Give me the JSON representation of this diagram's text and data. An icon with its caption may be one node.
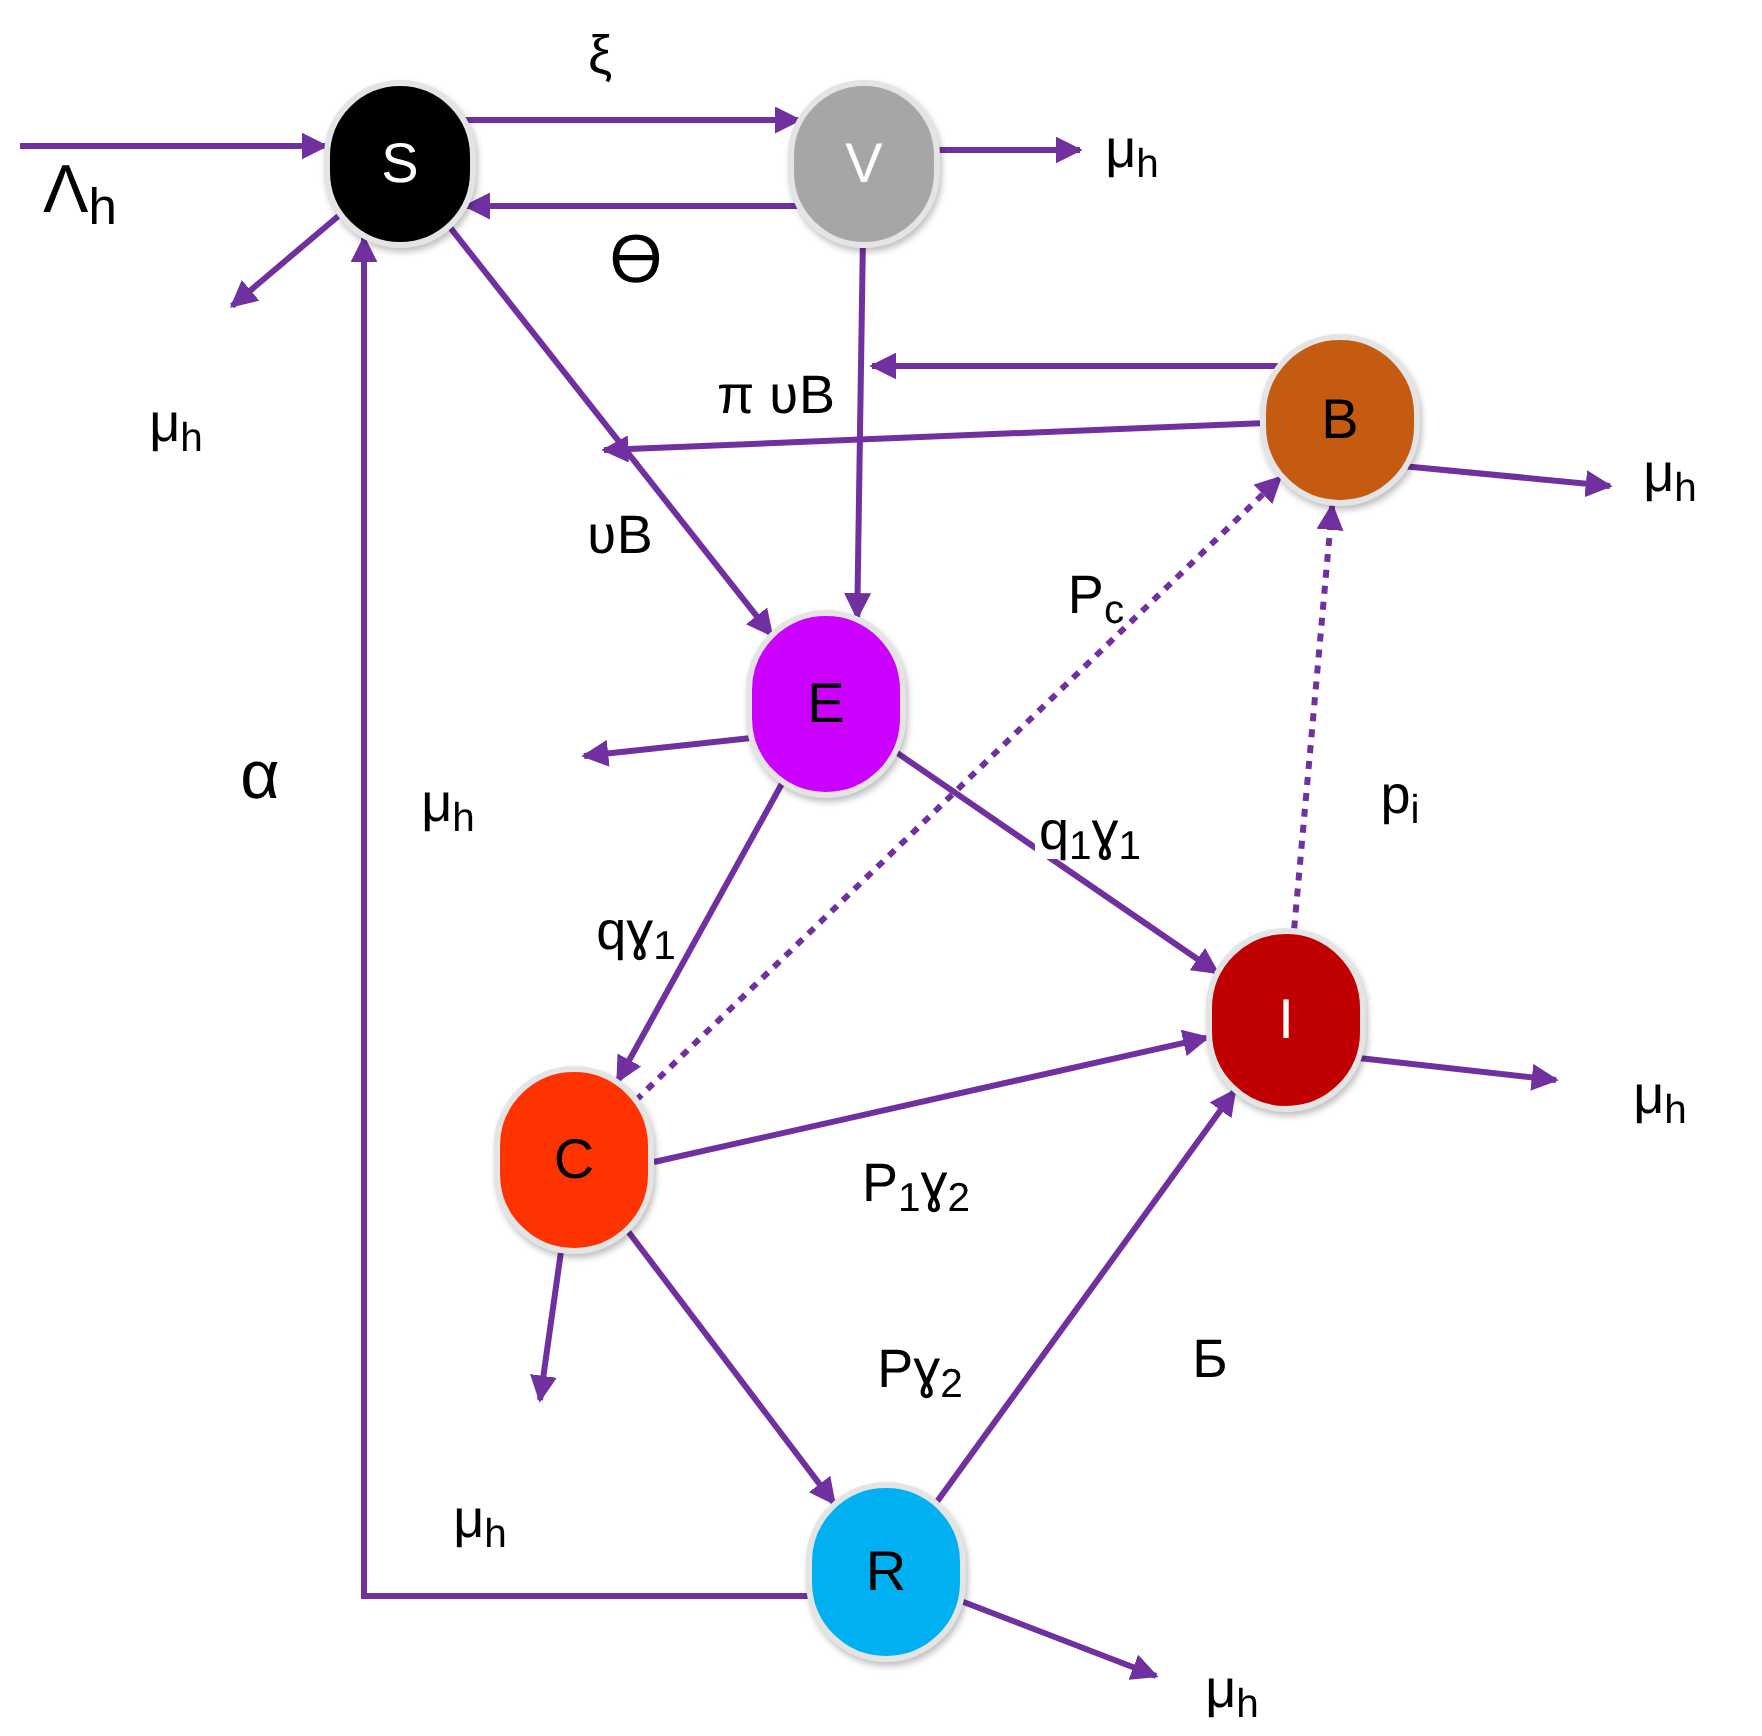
{
  "diagram": {
    "nodes": [
      {
        "text": [
          "S"
        ]
      },
      {
        "text": [
          "V"
        ]
      },
      {
        "text": [
          "B"
        ]
      },
      {
        "text": [
          "E"
        ]
      },
      {
        "text": [
          "C"
        ]
      },
      {
        "text": [
          "I"
        ]
      },
      {
        "text": [
          "R"
        ]
      }
    ],
    "edges": [
      {
        "from": null,
        "to": 0,
        "arrow": "to",
        "label": "Λ$_{h}$"
      },
      {
        "from": 0,
        "to": 1,
        "arrow": "to",
        "label": "ξ"
      },
      {
        "from": 1,
        "to": 0,
        "arrow": "to",
        "label": "ϴ"
      },
      {
        "from": 0,
        "to": null,
        "arrow": "to",
        "label": "μ$_{h}$"
      },
      {
        "from": 1,
        "to": null,
        "arrow": "to",
        "label": "μ$_{h}$"
      },
      {
        "from": 1,
        "to": 3,
        "arrow": "to"
      },
      {
        "from": 2,
        "to": null,
        "arrow": "to",
        "label": "π ʋB"
      },
      {
        "from": 2,
        "to": null,
        "arrow": "to"
      },
      {
        "from": 0,
        "to": 3,
        "arrow": "to",
        "label": "ʋB"
      },
      {
        "from": 2,
        "to": null,
        "arrow": "to",
        "label": "μ$_{h}$"
      },
      {
        "from": 3,
        "to": null,
        "arrow": "to",
        "label": "μ$_{h}$"
      },
      {
        "from": 3,
        "to": 4,
        "arrow": "to",
        "label": "qɣ$_{1}$"
      },
      {
        "from": 3,
        "to": 5,
        "arrow": "to",
        "label": "q$_{1}$ɣ$_{1}$"
      },
      {
        "from": 4,
        "to": 2,
        "arrow": "to",
        "label": "P$_{c}$",
        "style": "dashed"
      },
      {
        "from": 5,
        "to": 2,
        "arrow": "to",
        "label": "p$_{i}$",
        "style": "dashed"
      },
      {
        "from": 5,
        "to": null,
        "arrow": "to",
        "label": "μ$_{h}$"
      },
      {
        "from": 4,
        "to": 5,
        "arrow": "to",
        "label": "P$_{1}$ɣ$_{2}$"
      },
      {
        "from": 4,
        "to": null,
        "arrow": "to",
        "label": "μ$_{h}$"
      },
      {
        "from": 4,
        "to": 6,
        "arrow": "to",
        "label": "Pɣ$_{2}$"
      },
      {
        "from": 6,
        "to": 5,
        "arrow": "to",
        "label": "Б"
      },
      {
        "from": 6,
        "to": 0,
        "arrow": "to",
        "label": "α"
      },
      {
        "from": 6,
        "to": null,
        "arrow": "to",
        "label": "μ$_{h}$"
      }
    ]
  }
}
